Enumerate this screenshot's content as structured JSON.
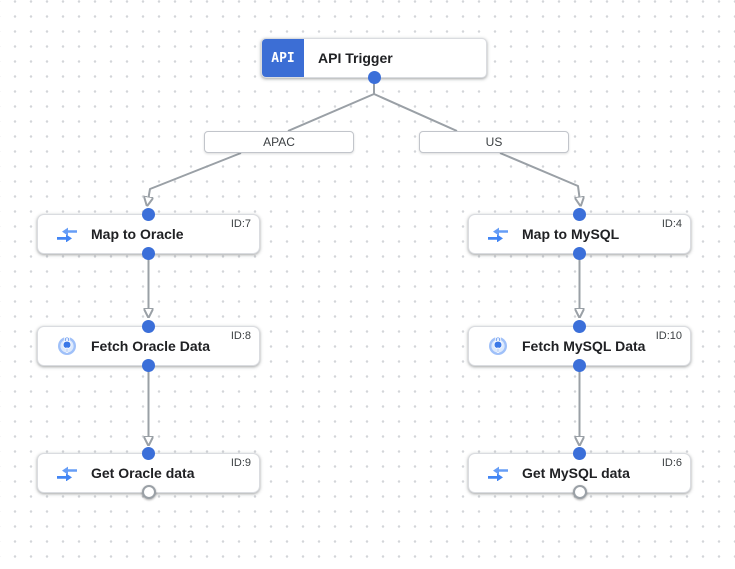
{
  "colors": {
    "connection_dot_blue": "#3b6fd9",
    "trigger_badge_blue": "#3c6ed5",
    "edge_line_gray": "#9aa0a6",
    "node_border_gray": "#dadce0"
  },
  "trigger": {
    "icon_text": "API",
    "label": "API Trigger"
  },
  "edge_labels": [
    {
      "text": "APAC"
    },
    {
      "text": "US"
    }
  ],
  "nodes": [
    {
      "label": "Map to Oracle",
      "id": "ID:7",
      "icon": "data-mapping-icon"
    },
    {
      "label": "Fetch Oracle Data",
      "id": "ID:8",
      "icon": "connector-plug-icon"
    },
    {
      "label": "Get Oracle data",
      "id": "ID:9",
      "icon": "data-mapping-icon"
    },
    {
      "label": "Map to MySQL",
      "id": "ID:4",
      "icon": "data-mapping-icon"
    },
    {
      "label": "Fetch MySQL Data",
      "id": "ID:10",
      "icon": "connector-plug-icon"
    },
    {
      "label": "Get MySQL data",
      "id": "ID:6",
      "icon": "data-mapping-icon"
    }
  ]
}
